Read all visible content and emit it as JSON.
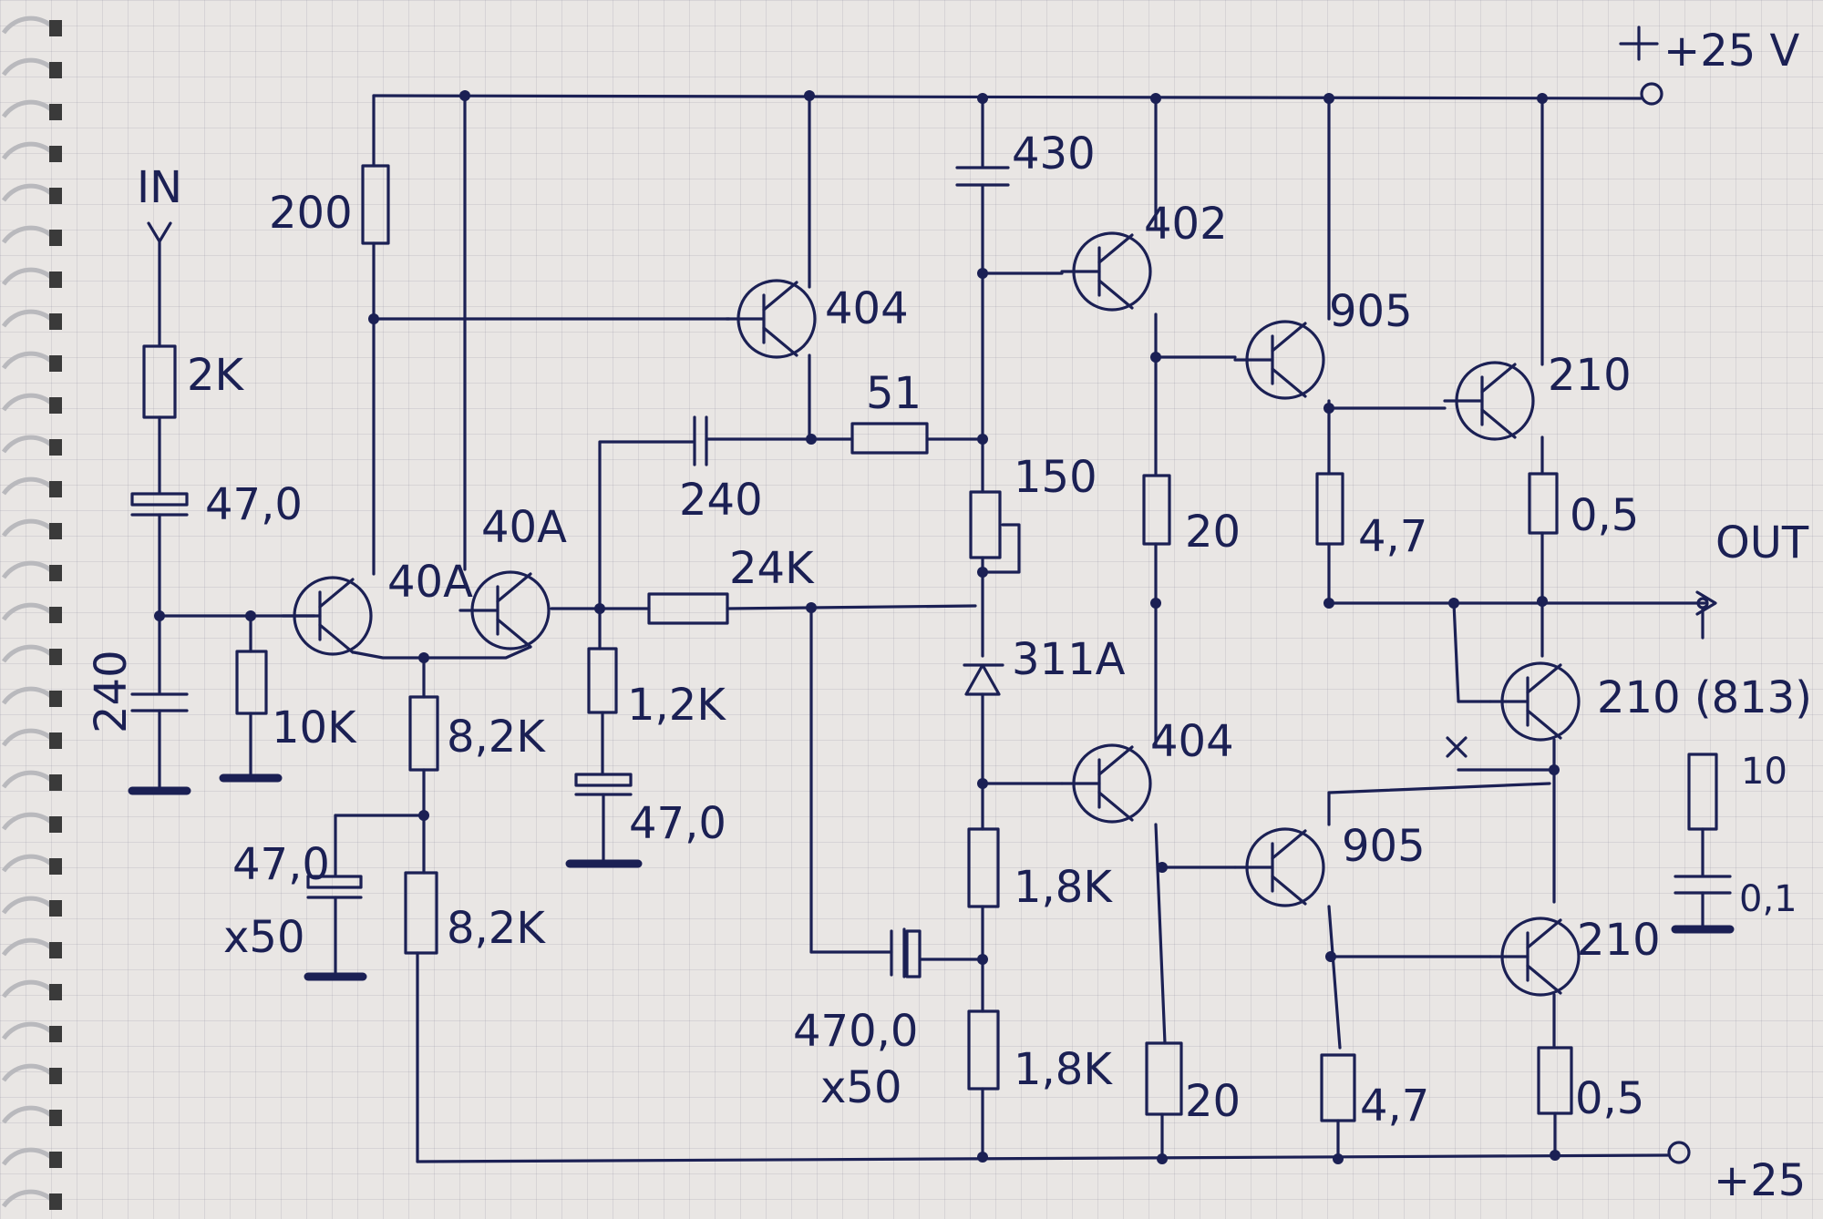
{
  "labels": {
    "supply_pos": "+25 V",
    "supply_neg": "+25",
    "input": "IN",
    "output": "OUT",
    "r_in": "2K",
    "c_in": "47,0",
    "c_240_in": "240",
    "r_10k": "10K",
    "r_200": "200",
    "q_diff1": "40A",
    "q_diff2": "40A",
    "r_tail1": "8,2K",
    "r_tail2": "8,2K",
    "c_tail": "47,0",
    "c_tail_v": "x50",
    "q_vas": "404",
    "r_51": "51",
    "c_240": "240",
    "r_24k": "24K",
    "r_fb": "1,2K",
    "c_fb": "47,0",
    "c_430": "430",
    "pot_150": "150",
    "diode": "311A",
    "r_bias1": "1,8K",
    "r_bias2": "1,8K",
    "c_boot": "470,0",
    "c_boot_v": "x50",
    "q_drv_top": "402",
    "q_drv_bot": "404",
    "q_pre_top": "905",
    "q_pre_bot": "905",
    "q_out_top": "210",
    "q_out_mid": "210 (813)",
    "q_out_bot": "210",
    "r_20_top": "20",
    "r_20_bot": "20",
    "r_47_top": "4,7",
    "r_47_bot": "4,7",
    "r_05_top": "0,5",
    "r_05_bot": "0,5",
    "zobel_r": "10",
    "zobel_c": "0,1"
  }
}
